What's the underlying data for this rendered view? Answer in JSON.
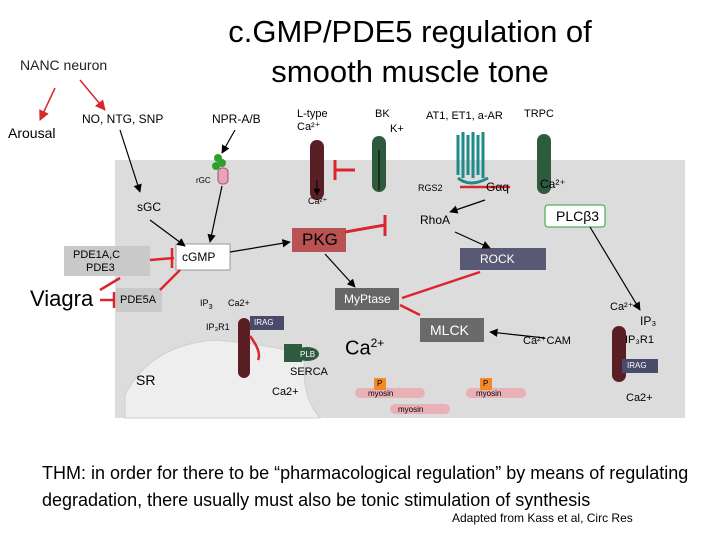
{
  "title": "c.GMP/PDE5 regulation of smooth muscle tone",
  "left_labels": {
    "nanc_neuron": "NANC neuron",
    "arousal": "Arousal",
    "nitrovasodilators": "NO, NTG, SNP"
  },
  "receptors": {
    "npr": "NPR-A/B",
    "l_type_line1": "L-type",
    "l_type_line2": "Ca²⁺",
    "bk_line1": "BK",
    "bk_line2": "K+",
    "gpcr": "AT1, ET1, a-AR",
    "trpc": "TRPC",
    "rgc": "rGC"
  },
  "molecules": {
    "ca_in_top": "Ca²⁺",
    "ca_right_top": "Ca²⁺",
    "rgs2": "RGS2",
    "galpha_q": "Gαq",
    "sgc": "sGC",
    "rhoa": "RhoA",
    "plcb3": "PLCβ3",
    "pkg": "PKG",
    "cgmp": "cGMP",
    "rock": "ROCK",
    "pde1a": "PDE1A,C",
    "pde3": "PDE3",
    "viagra": "Viagra",
    "pde5a": "PDE5A",
    "myptase": "MyPtase",
    "ip3_left": "IP",
    "ip3_left_sub": "3",
    "ca2_left": "Ca2+",
    "ip3r1_left": "IP₃R1",
    "irag_left": "IRAG",
    "plb": "PLB",
    "serca": "SERCA",
    "sr": "SR",
    "ca2_sr": "Ca2+",
    "ca2_center": "Ca",
    "ca2_center_sup": "2+",
    "mlck": "MLCK",
    "ca_right": "Ca²⁺",
    "ip3_right": "IP₃",
    "ca_cam": "Ca²⁺CAM",
    "ip3r1_right": "IP₃R1",
    "irag_right": "IRAG",
    "ca2_right_store": "Ca2+",
    "p1": "P",
    "p2": "P",
    "myosin1": "myosin",
    "myosin2": "myosin",
    "myosin3": "myosin"
  },
  "note": "THM: in order for there to be “pharmacological regulation” by means of regulating degradation, there usually must also be tonic stimulation of synthesis",
  "credit": "Adapted from Kass et al, Circ Res",
  "colors": {
    "cell_fill": "#dcdcdc",
    "receptor_green": "#2e5a3e",
    "receptor_maroon": "#5a1f24",
    "teal": "#1e8a8a",
    "pde_box": "#c9c9c9",
    "pkg_fill": "#b33a3a",
    "rock_fill": "#4a4a6a",
    "myptase_fill": "#666666",
    "mlck_fill": "#6a6a6a",
    "plc_green": "#2ea02e",
    "red": "#d9272e",
    "p_orange": "#f28a2a",
    "myosin_pink": "#e9b0b5",
    "sr_fill": "#eeeeee"
  }
}
